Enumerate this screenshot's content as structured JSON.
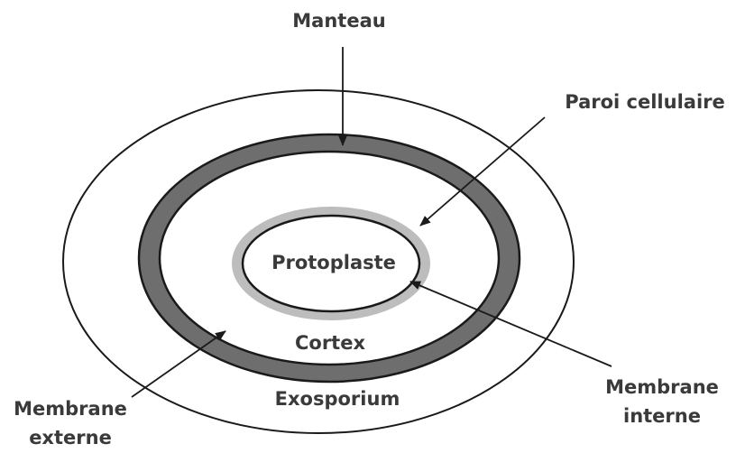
{
  "diagram": {
    "labels": {
      "manteau": "Manteau",
      "paroi": "Paroi cellulaire",
      "protoplaste": "Protoplaste",
      "cortex": "Cortex",
      "exosporium": "Exosporium",
      "membrane_externe_l1": "Membrane",
      "membrane_externe_l2": "externe",
      "membrane_interne_l1": "Membrane",
      "membrane_interne_l2": "interne"
    },
    "colors": {
      "coat": "#6e6e6e",
      "cell_wall": "#bdbdbd",
      "lines": "#1a1a1a",
      "text": "#3a3a3a",
      "background": "#ffffff"
    }
  }
}
